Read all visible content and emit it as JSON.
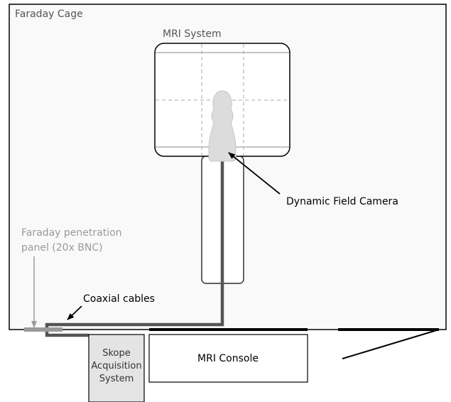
{
  "labels": {
    "cage": "Faraday Cage",
    "mri_system": "MRI System",
    "camera": "Dynamic Field Camera",
    "penetration_line1": "Faraday penetration",
    "penetration_line2": "panel (20x BNC)",
    "coax": "Coaxial cables",
    "console": "MRI Console",
    "skope_line1": "Skope",
    "skope_line2": "Acquisition",
    "skope_line3": "System"
  },
  "colors": {
    "cage_fill": "#f9f9f9",
    "stroke": "#000000",
    "cable": "#555555",
    "panel_text": "#9a9a9a",
    "dash": "#aaaaaa",
    "camera_fill": "#dcdcdc",
    "skope_fill": "#e4e4e4"
  }
}
